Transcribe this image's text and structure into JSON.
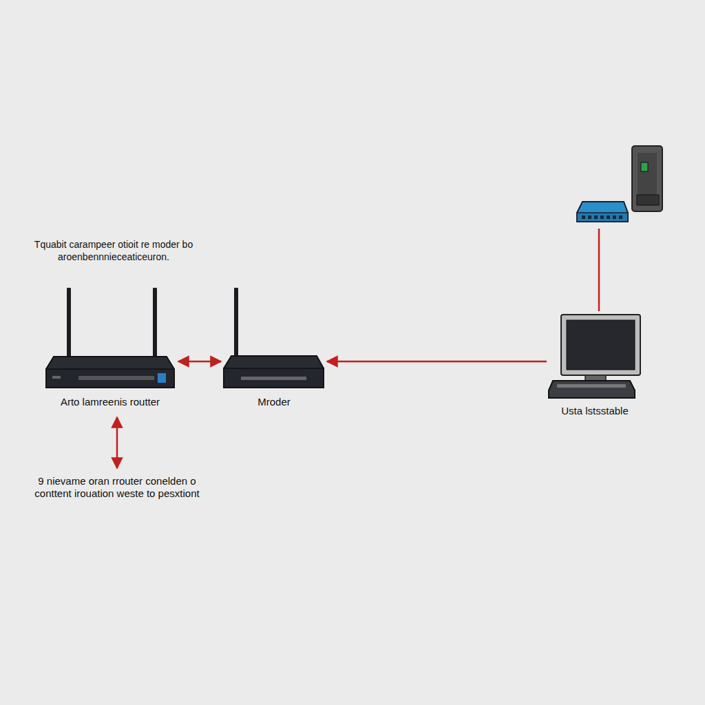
{
  "diagram": {
    "nodes": [
      {
        "text": [
          "Arto lamreenis routter"
        ]
      },
      {
        "text": [
          "Mroder"
        ]
      },
      {
        "text": [
          "Usta lstsstable"
        ]
      }
    ],
    "edges": [
      {
        "from": 0,
        "to": 1,
        "arrow": "both"
      },
      {
        "from": 2,
        "to": 1,
        "arrow": "to"
      }
    ],
    "labels": [
      "Tquabit carampeer otioit re moder bo aroenbennnieceaticeuron.",
      "9 nievame oran rrouter conelden o conttent irouation weste to pesxtiont"
    ]
  }
}
